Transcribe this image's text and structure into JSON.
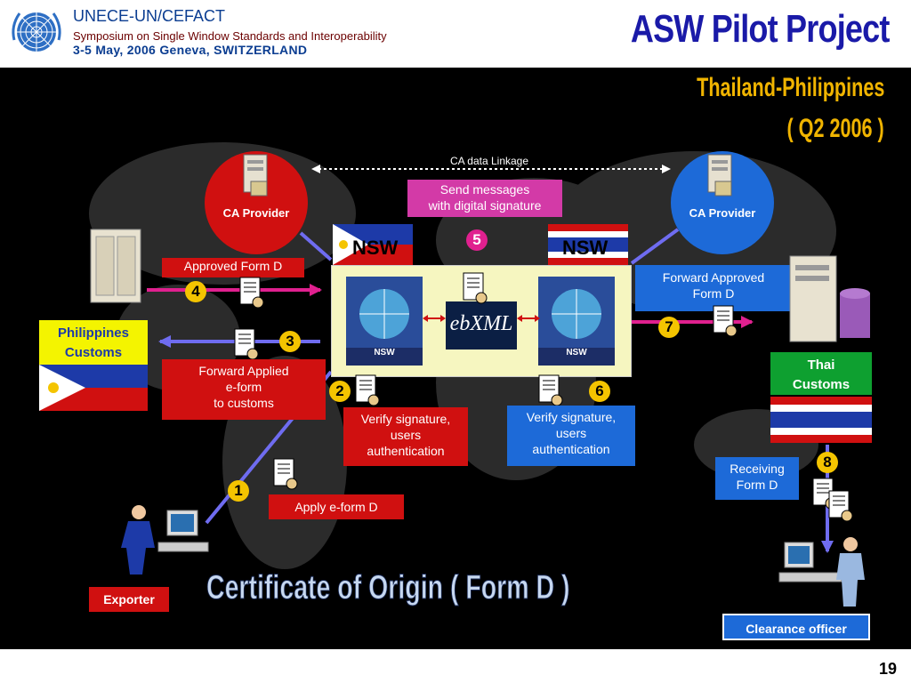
{
  "header": {
    "org": "UNECE-UN/CEFACT",
    "symposium": "Symposium on Single Window Standards and Interoperability",
    "dates": "3-5 May, 2006 Geneva, SWITZERLAND",
    "title": "ASW Pilot Project"
  },
  "subtitle": {
    "line1": "Thailand-Philippines",
    "line2": "( Q2 2006 )"
  },
  "labels": {
    "ca_link": "CA data Linkage",
    "ca_left": "CA Provider",
    "ca_right": "CA Provider",
    "send_messages": "Send messages\nwith digital signature",
    "nsw_left_flag": "NSW",
    "nsw_right_flag": "NSW",
    "nsw_small_left": "NSW",
    "nsw_small_right": "NSW",
    "ebxml": "ebXML",
    "approved_form": "Approved  Form D",
    "forward_approved": "Forward Approved\nForm D",
    "ph_customs": "Philippines\nCustoms",
    "th_customs": "Thai\nCustoms",
    "forward_applied": "Forward Applied\ne-form\nto customs",
    "verify_left": "Verify signature,\nusers\nauthentication",
    "verify_right": "Verify signature,\nusers\nauthentication",
    "receiving": "Receiving\nForm D",
    "apply": "Apply e-form D",
    "exporter": "Exporter",
    "clearance": "Clearance officer",
    "big_title": "Certificate of Origin ( Form D )"
  },
  "steps": [
    "1",
    "2",
    "3",
    "4",
    "5",
    "6",
    "7",
    "8"
  ],
  "page_number": "19",
  "colors": {
    "title_blue": "#1a1aa8",
    "subtitle_gold": "#f0b400",
    "red_box": "#d01010",
    "blue_box": "#1d6ad8",
    "badge_yellow": "#f4c400",
    "badge_pink": "#e0208f"
  }
}
